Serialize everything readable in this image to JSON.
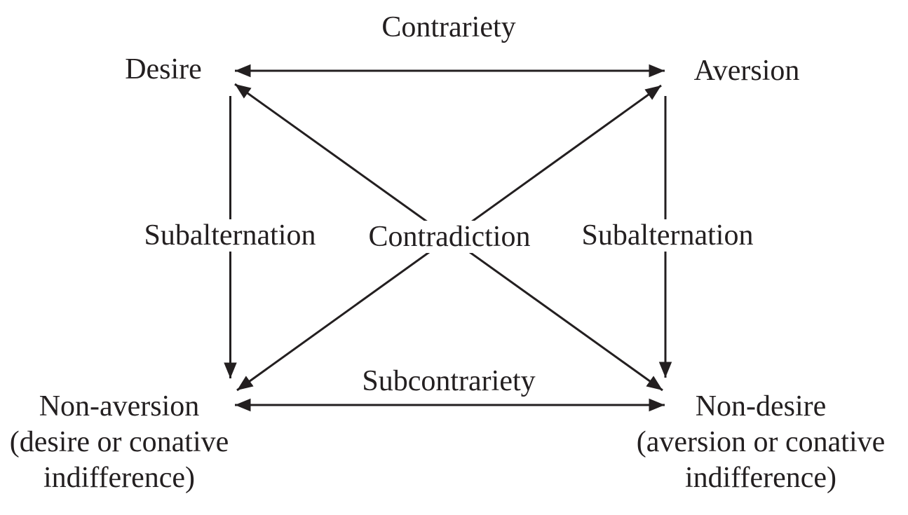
{
  "colors": {
    "ink": "#231f20",
    "background": "#ffffff"
  },
  "relations": {
    "contrariety": "Contrariety",
    "subcontrariety": "Subcontrariety",
    "subalternation_left": "Subalternation",
    "subalternation_right": "Subalternation",
    "contradiction": "Contradiction"
  },
  "nodes": {
    "desire": {
      "label": "Desire"
    },
    "aversion": {
      "label": "Aversion"
    },
    "non_aversion": {
      "lines": [
        "Non-aversion",
        "(desire or conative",
        "indifference)"
      ]
    },
    "non_desire": {
      "lines": [
        "Non-desire",
        "(aversion or conative",
        "indifference)"
      ]
    }
  }
}
